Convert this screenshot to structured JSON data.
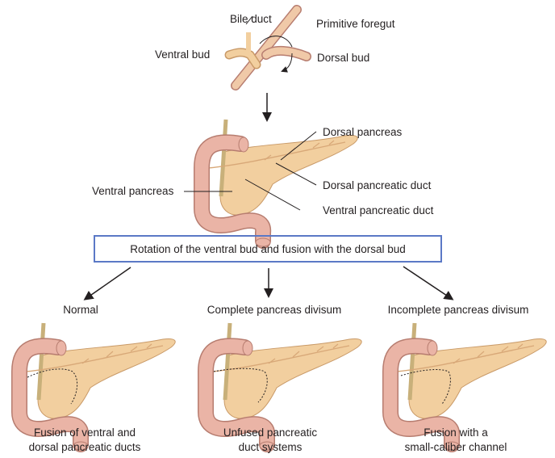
{
  "top": {
    "labels": {
      "bile_duct": "Bile duct",
      "primitive_foregut": "Primitive foregut",
      "ventral_bud": "Ventral bud",
      "dorsal_bud": "Dorsal bud"
    }
  },
  "middle": {
    "labels": {
      "dorsal_pancreas": "Dorsal pancreas",
      "dorsal_pancreatic_duct": "Dorsal pancreatic duct",
      "ventral_pancreas": "Ventral pancreas",
      "ventral_pancreatic_duct": "Ventral pancreatic duct"
    }
  },
  "process_box": "Rotation of the ventral bud and fusion with the dorsal bud",
  "outcomes": [
    {
      "title": "Normal",
      "caption_line1": "Fusion of ventral and",
      "caption_line2": "dorsal pancreatic ducts"
    },
    {
      "title": "Complete pancreas divisum",
      "caption_line1": "Unfused pancreatic",
      "caption_line2": "duct systems"
    },
    {
      "title": "Incomplete pancreas divisum",
      "caption_line1": "Fusion with a",
      "caption_line2": "small-caliber channel"
    }
  ],
  "colors": {
    "tissue": "#f2cf9f",
    "tissue_edge": "#c99a68",
    "duodenum": "#eab4a6",
    "duodenum_edge": "#b77d70",
    "bile": "#c8b07a",
    "box_border": "#5b79c6"
  }
}
